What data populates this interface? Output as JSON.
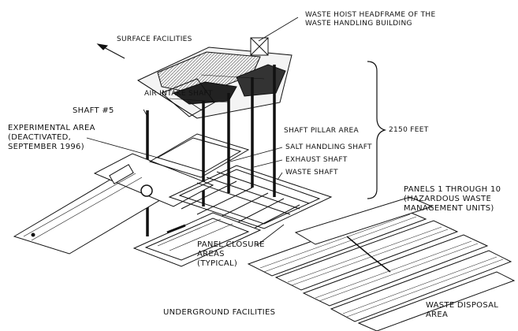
{
  "labels": {
    "surface_facilities": "SURFACE FACILITIES",
    "waste_hoist_1": "WASTE HOIST HEADFRAME OF THE",
    "waste_hoist_2": "WASTE HANDLING BUILDING",
    "air_intake_shaft": "AIR INTAKE SHAFT",
    "shaft_5": "SHAFT #5",
    "experimental_1": "EXPERIMENTAL AREA",
    "experimental_2": "(DEACTIVATED,",
    "experimental_3": "SEPTEMBER 1996)",
    "shaft_pillar_area": "SHAFT PILLAR AREA",
    "depth": "2150 FEET",
    "salt_handling_shaft": "SALT HANDLING SHAFT",
    "exhaust_shaft": "EXHAUST SHAFT",
    "waste_shaft": "WASTE SHAFT",
    "panels_1": "PANELS 1 THROUGH 10",
    "panels_2": "(HAZARDOUS WASTE",
    "panels_3": "MANAGEMENT UNITS)",
    "panel_closure_1": "PANEL CLOSURE",
    "panel_closure_2": "AREAS",
    "panel_closure_3": "(TYPICAL)",
    "underground_facilities": "UNDERGROUND FACILITIES",
    "waste_disposal_1": "WASTE DISPOSAL",
    "waste_disposal_2": "AREA"
  },
  "colors": {
    "ink": "#111111",
    "paper": "#ffffff",
    "shade": "#dcdcdc"
  }
}
